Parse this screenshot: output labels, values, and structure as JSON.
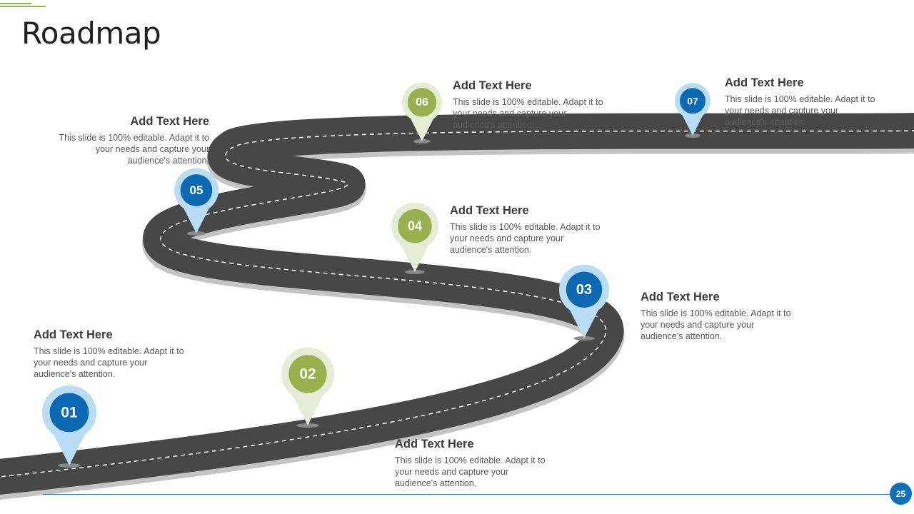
{
  "title": "Roadmap",
  "page_number": "25",
  "colors": {
    "road": "#474747",
    "road_shadow": "#c4c4c4",
    "blue_dark": "#0b68b3",
    "blue_light": "#b8ddf5",
    "green_dark": "#98b04e",
    "green_light": "#e6ecd6",
    "accent": "#9bb24b",
    "footer": "#2e7bb8"
  },
  "milestones": [
    {
      "number": "01",
      "color": "blue",
      "heading": "Add Text Here",
      "body": "This slide is 100% editable. Adapt it to your needs and capture your audience's attention."
    },
    {
      "number": "02",
      "color": "green",
      "heading": "Add Text Here",
      "body": "This slide is 100% editable. Adapt it to your needs and capture your audience's attention."
    },
    {
      "number": "03",
      "color": "blue",
      "heading": "Add Text Here",
      "body": "This slide is 100% editable. Adapt it to your needs and capture your audience's attention."
    },
    {
      "number": "04",
      "color": "green",
      "heading": "Add Text Here",
      "body": "This slide is 100% editable. Adapt it to your needs and capture your audience's attention."
    },
    {
      "number": "05",
      "color": "blue",
      "heading": "Add Text Here",
      "body": "This slide is 100% editable. Adapt it to your needs and capture your audience's attention."
    },
    {
      "number": "06",
      "color": "green",
      "heading": "Add Text Here",
      "body": "This slide is 100% editable. Adapt it to your needs and capture your audience's attention."
    },
    {
      "number": "07",
      "color": "blue",
      "heading": "Add Text Here",
      "body": "This slide is 100% editable. Adapt it to your needs and capture your audience's attention."
    }
  ]
}
